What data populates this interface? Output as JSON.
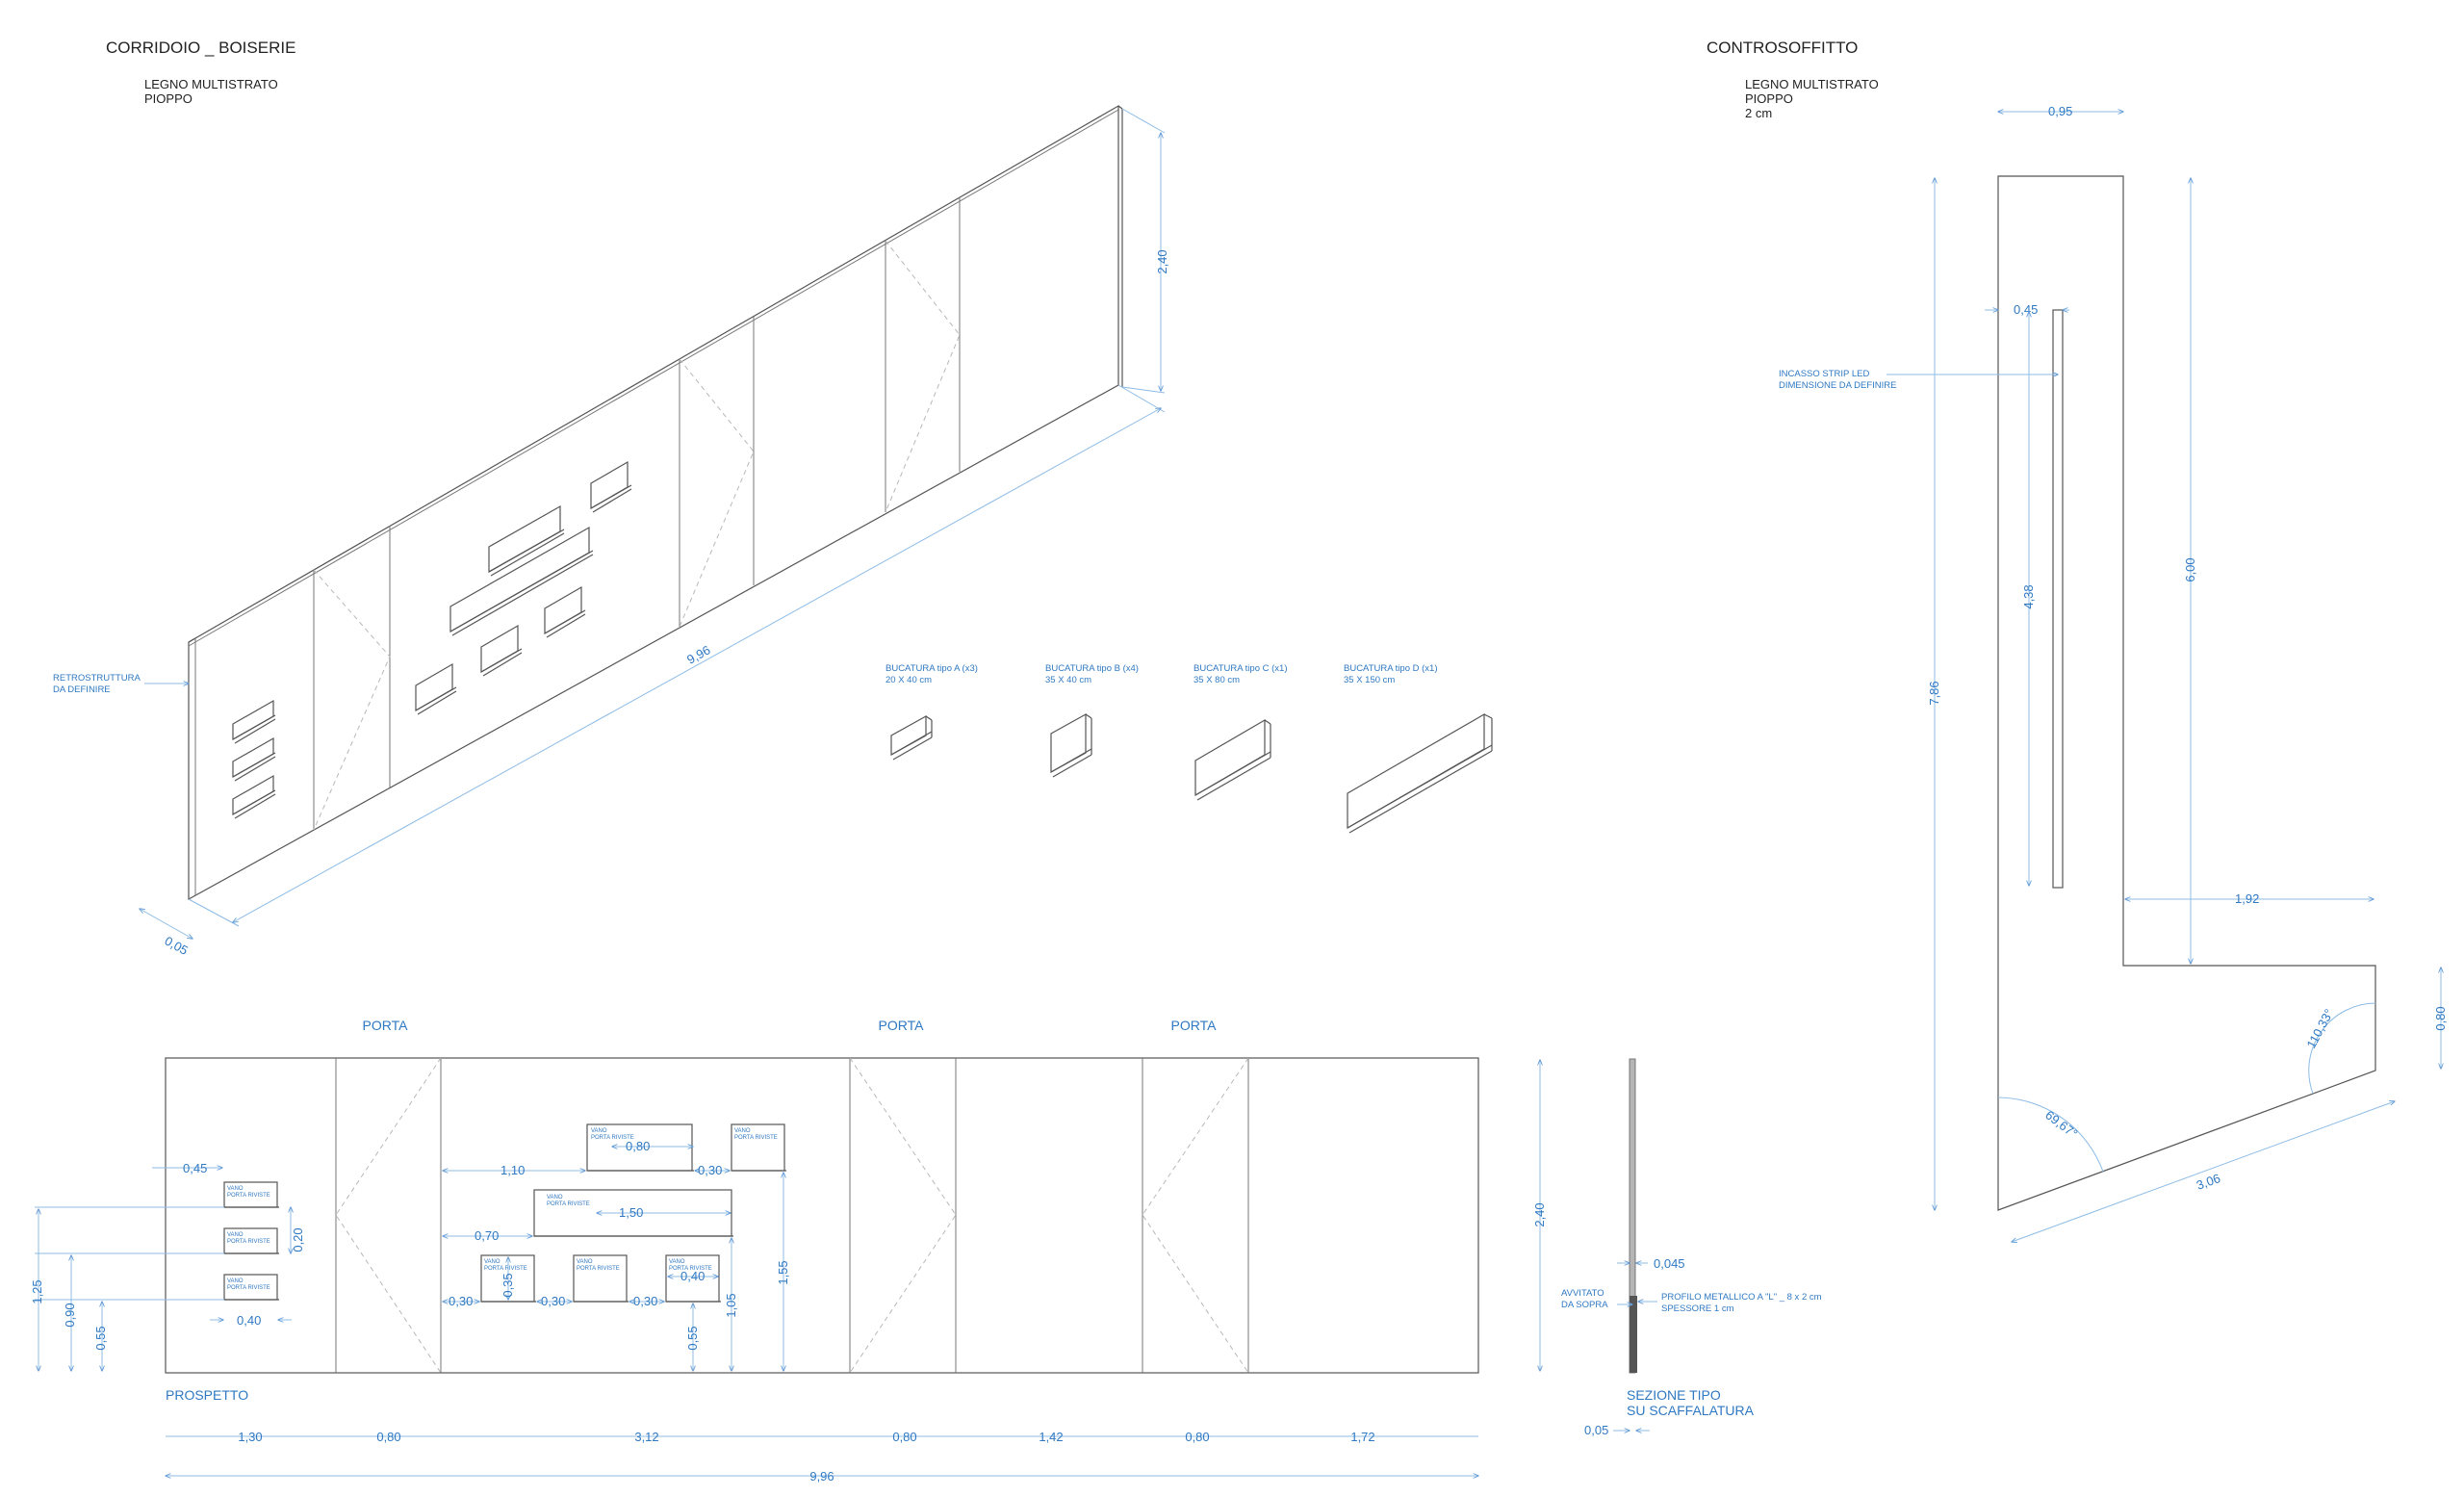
{
  "left_title": "CORRIDOIO _ BOISERIE",
  "left_material_1": "LEGNO MULTISTRATO",
  "left_material_2": "PIOPPO",
  "right_title": "CONTROSOFFITTO",
  "right_material_1": "LEGNO MULTISTRATO",
  "right_material_2": "PIOPPO",
  "right_material_3": "2 cm",
  "iso": {
    "retro_1": "RETROSTRUTTURA",
    "retro_2": "DA DEFINIRE",
    "dim_height": "2,40",
    "dim_length": "9,96",
    "dim_depth": "0,05"
  },
  "openings": [
    {
      "name": "BUCATURA tipo A (x3)",
      "size": "20 X 40 cm"
    },
    {
      "name": "BUCATURA tipo B (x4)",
      "size": "35 X 40 cm"
    },
    {
      "name": "BUCATURA tipo C (x1)",
      "size": "35 X 80 cm"
    },
    {
      "name": "BUCATURA tipo D (x1)",
      "size": "35 X 150 cm"
    }
  ],
  "elevation": {
    "porta": "PORTA",
    "prospetto": "PROSPETTO",
    "niche_l1": "VANO",
    "niche_l2": "PORTA RIVISTE",
    "dims": {
      "w045": "0,45",
      "h020": "0,20",
      "w040": "0,40",
      "h125": "1,25",
      "h090": "0,90",
      "h055": "0,55",
      "w080": "0,80",
      "w110": "1,10",
      "w030": "0,30",
      "w150": "1,50",
      "w070": "0,70",
      "h035": "0,35",
      "h105": "1,05",
      "h155": "1,55",
      "h240": "2,40"
    },
    "segments": [
      "1,30",
      "0,80",
      "3,12",
      "0,80",
      "1,42",
      "0,80",
      "1,72"
    ],
    "total": "9,96"
  },
  "section": {
    "d0045": "0,045",
    "avvitato_1": "AVVITATO",
    "avvitato_2": "DA SOPRA",
    "profilo_1": "PROFILO METALLICO A \"L\" _ 8 x 2 cm",
    "profilo_2": "SPESSORE 1 cm",
    "title_1": "SEZIONE TIPO",
    "title_2": "SU SCAFFALATURA",
    "d005": "0,05"
  },
  "ceiling": {
    "w095": "0,95",
    "w045": "0,45",
    "led_1": "INCASSO STRIP LED",
    "led_2": "DIMENSIONE DA DEFINIRE",
    "h438": "4,38",
    "h600": "6,00",
    "h786": "7,86",
    "w192": "1,92",
    "h080": "0,80",
    "angle_1": "110,33°",
    "angle_2": "69,67°",
    "w306": "3,06"
  }
}
